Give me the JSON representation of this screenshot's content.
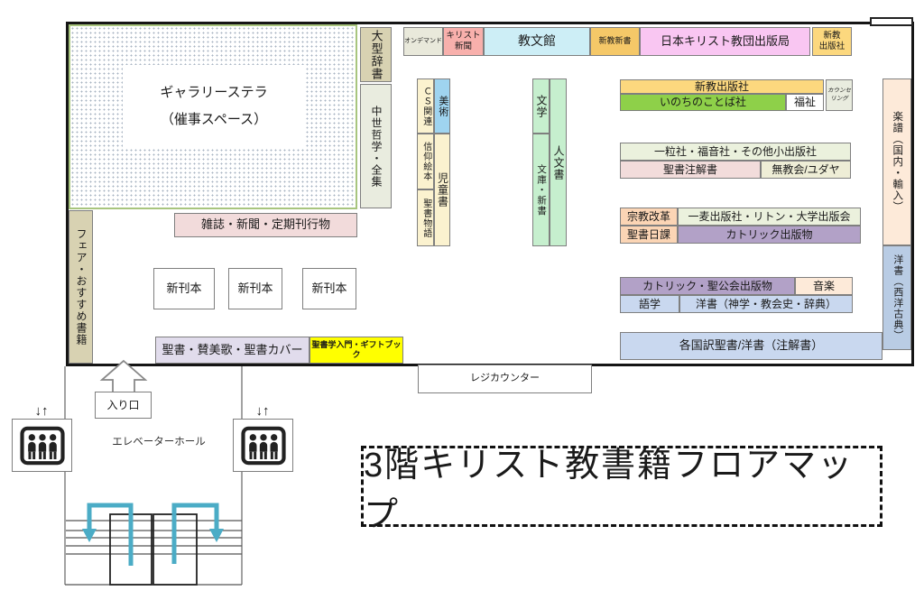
{
  "title": "3階キリスト教書籍フロアマップ",
  "top_row": {
    "ondemand": "オンデマンド",
    "kirisuto_shimbun": "キリスト\n新聞",
    "kyobunkwan": "教文館",
    "shinkyo_shinsho": "新教新書",
    "kyodan_pub": "日本キリスト教団出版局",
    "shinkyo_pub_corner": "新教\n出版社"
  },
  "left_zone": {
    "gallery": "ギャラリーステラ\n（催事スペース）",
    "ogata_jisho": "大型辞書",
    "chusei_tetsugaku": "中世哲学・全集",
    "fair_osusume": "フェア・おすすめ書籍",
    "zasshi": "雑誌・新聞・定期刊行物",
    "shinkanbon": "新刊本",
    "seisho_sanbika": "聖書・賛美歌・聖書カバー",
    "seishogaku_gift": "聖書学入門・ギフトブック"
  },
  "center_shelves": {
    "cs_kanren": "ＣＳ関連",
    "bijutsu": "美術",
    "shinko_ehon": "信仰絵本",
    "seisho_monogatari": "聖書物語",
    "jidosho": "児童書",
    "bungaku": "文学",
    "bunko_shinsho": "文庫・新書",
    "jinbunsho": "人文書"
  },
  "right_zone": {
    "shinkyo_pub": "新教出版社",
    "inochi_no_kotoba": "いのちのことば社",
    "fukushi": "福祉",
    "counseling": "カウンセリング",
    "hitotsubu": "一粒社・福音社・その他小出版社",
    "seisho_chukaisho": "聖書注解書",
    "mukyokai": "無教会/ユダヤ",
    "shukyo_kaikaku": "宗教改革",
    "ichibaku": "一麦出版社・リトン・大学出版会",
    "seisho_nikka": "聖書日課",
    "catholic_pub": "カトリック出版物",
    "catholic_seikokai": "カトリック・聖公会出版物",
    "ongaku": "音楽",
    "gogaku": "語学",
    "yosho_shingaku": "洋書（神学・教会史・辞典）",
    "kakkoku_seisho": "各国訳聖書/洋書（注解書）",
    "gakufu": "楽譜（国内・輸入）",
    "yosho_koten": "洋書（西洋古典）"
  },
  "bottom_zone": {
    "reji_counter": "レジカウンター",
    "iriguchi": "入り口",
    "elevator_hall": "エレベーターホール",
    "elevator_arrows": "↓↑"
  },
  "palette": {
    "tan": "#d8d2b2",
    "sage": "#e9ecdf",
    "cream": "#fbf2cf",
    "sky_blue": "#9fd4f0",
    "light_green": "#c6efce",
    "beige": "#e9e9db",
    "salmon": "#f8b0ac",
    "cyan": "#cdeef6",
    "orange": "#f5c868",
    "light_magenta": "#f9c6f2",
    "gold": "#fcd87e",
    "green": "#8ed049",
    "pale_green": "#ebf1dd",
    "pink": "#f2dcdb",
    "khaki": "#eeedd6",
    "peach": "#fbd5b5",
    "purple": "#b2a1c7",
    "peach_light": "#fdead9",
    "light_blue": "#c9d8ef",
    "medium_blue": "#b9cce4",
    "zasshi_pink": "#f2dbdb",
    "lavender": "#e1dcec",
    "yellow": "#ffff00",
    "stair_arrow_blue": "#4bacc6"
  }
}
